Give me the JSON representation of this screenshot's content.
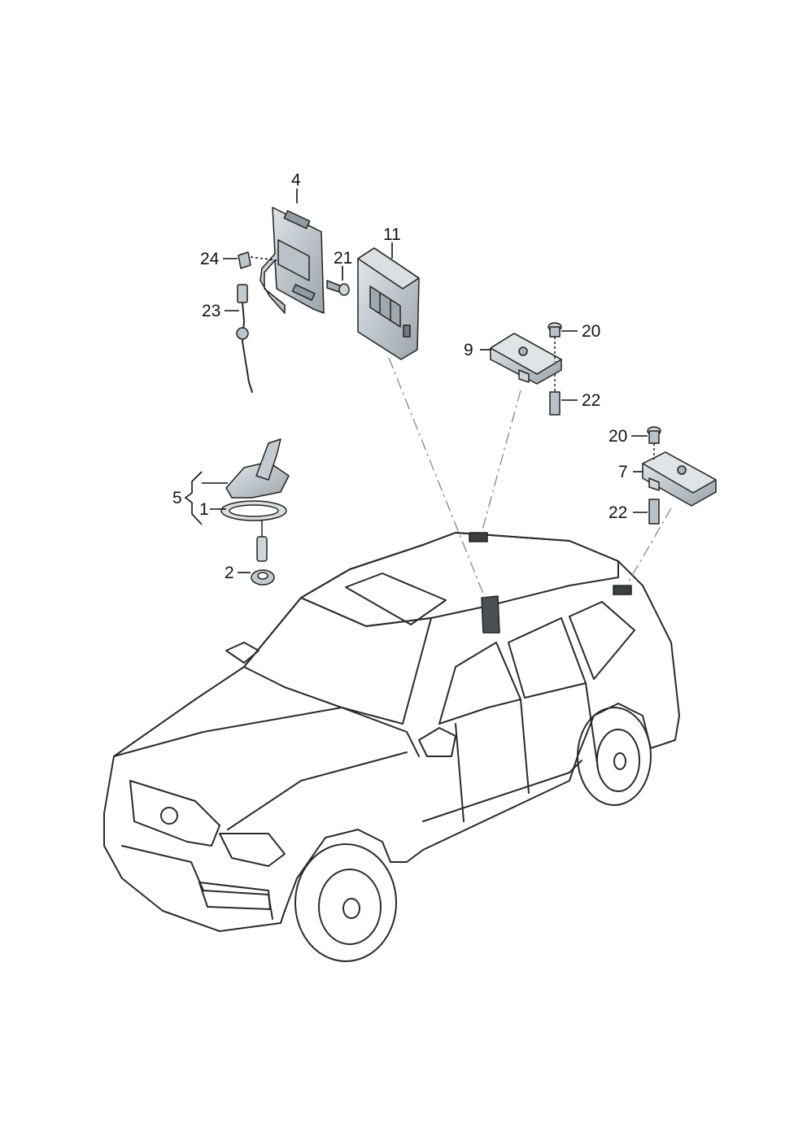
{
  "callouts": [
    {
      "id": "c4",
      "label": "4"
    },
    {
      "id": "c11",
      "label": "11"
    },
    {
      "id": "c24",
      "label": "24"
    },
    {
      "id": "c21",
      "label": "21"
    },
    {
      "id": "c23",
      "label": "23"
    },
    {
      "id": "c20a",
      "label": "20"
    },
    {
      "id": "c9",
      "label": "9"
    },
    {
      "id": "c22a",
      "label": "22"
    },
    {
      "id": "c20b",
      "label": "20"
    },
    {
      "id": "c7",
      "label": "7"
    },
    {
      "id": "c22b",
      "label": "22"
    },
    {
      "id": "c5",
      "label": "5"
    },
    {
      "id": "c1",
      "label": "1"
    },
    {
      "id": "c2",
      "label": "2"
    }
  ],
  "colors": {
    "part_fill": "#c9d1d6",
    "part_dark": "#6f7a82",
    "car_body": "#e6ebee",
    "car_glass": "#b9c2c8",
    "car_dark": "#8c969d"
  }
}
